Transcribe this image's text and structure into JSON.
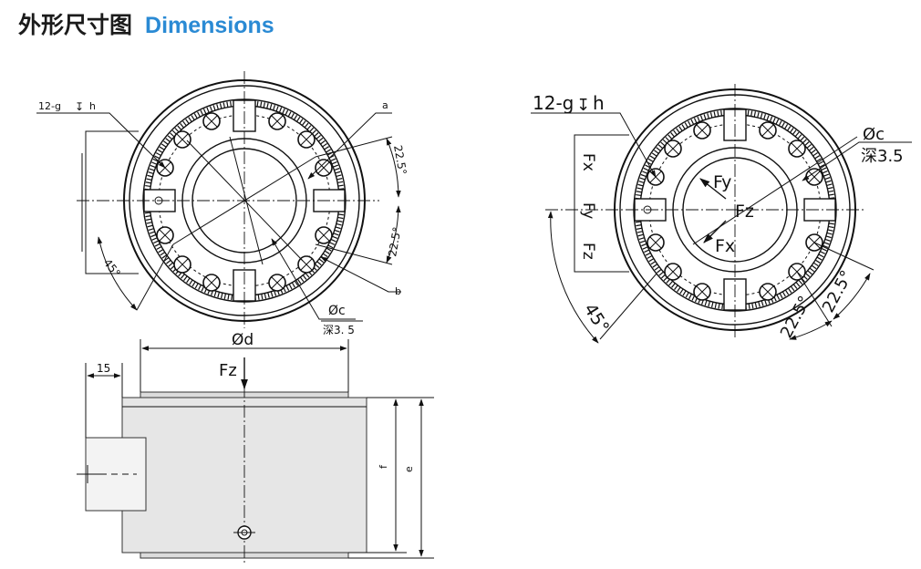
{
  "header": {
    "title_cn": "外形尺寸图",
    "title_en": "Dimensions"
  },
  "left_view": {
    "holes_label": "12-g",
    "holes_depth_sym": "↧",
    "holes_depth": "h",
    "label_a": "a",
    "label_b": "b",
    "angle_top": "22.5°",
    "angle_bottom": "22.5°",
    "angle_left": "45°",
    "hole_c": "Øc",
    "depth_c": "深3. 5"
  },
  "right_view": {
    "holes_label": "12-g",
    "holes_depth_sym": "↧",
    "holes_depth": "h",
    "hole_c": "Øc",
    "depth_c": "深3.5",
    "fx_side": "Fx",
    "fy_side": "Fy",
    "fz_side": "Fz",
    "fy_axis": "Fy",
    "fz_axis": "Fz",
    "fx_axis": "Fx",
    "angle_left": "45°",
    "angle_1": "22.5°",
    "angle_2": "22.5°"
  },
  "side_view": {
    "dia_d": "Ød",
    "fz": "Fz",
    "dim_15": "15",
    "dim_f": "f",
    "dim_e": "e"
  },
  "colors": {
    "accent": "#2a8ad4",
    "ink": "#111111",
    "title": "#1b1b1b"
  }
}
